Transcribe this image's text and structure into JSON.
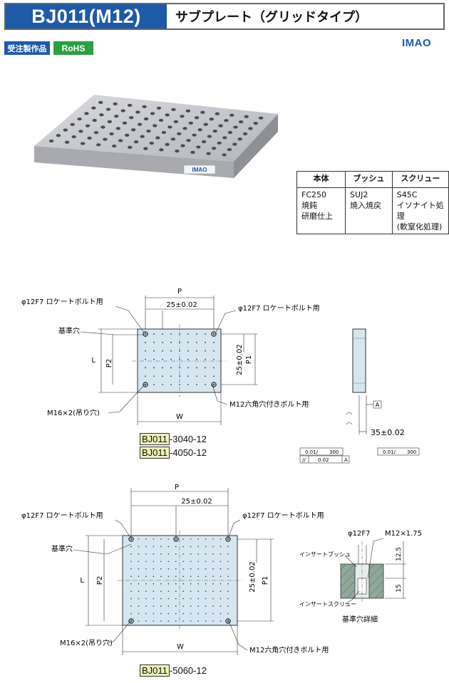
{
  "header": {
    "model": "BJ011(M12)",
    "title": "サブプレート（グリッドタイプ）"
  },
  "badges": {
    "order": "受注製作品",
    "rohs": "RoHS"
  },
  "brand": "IMAO",
  "photo": {
    "plate_label": "IMAO"
  },
  "materials": {
    "headers": [
      "本体",
      "ブッシュ",
      "スクリュー"
    ],
    "cells": [
      "FC250\n焼鈍\n研磨仕上",
      "SUJ2\n焼入焼戻",
      "S45C\nイソナイト処理\n(軟窒化処理)"
    ]
  },
  "drawing1": {
    "P": "P",
    "pitch": "25±0.02",
    "loc_left": "φ12F7 ロケートボルト用",
    "loc_right": "φ12F7 ロケートボルト用",
    "ref": "基準穴",
    "L": "L",
    "P2": "P2",
    "pitch_v": "25±0.02",
    "P1": "P1",
    "m16": "M16×2(吊り穴)",
    "m12": "M12六角穴付きボルト用",
    "W": "W"
  },
  "side": {
    "datum": "A",
    "thick": "35±0.02",
    "tol1a": "0.01/",
    "tol1b": "300",
    "tol2a": "0.01/",
    "tol2b": "300",
    "tol3a": "//",
    "tol3b": "0.02",
    "tol3c": "A"
  },
  "partnos": [
    {
      "prefix": "BJ011",
      "suffix": "-3040-12"
    },
    {
      "prefix": "BJ011",
      "suffix": "-4050-12"
    },
    {
      "prefix": "BJ011",
      "suffix": "-5060-12"
    }
  ],
  "drawing2": {
    "P": "P",
    "pitch": "25±0.02",
    "loc_left": "φ12F7 ロケートボルト用",
    "loc_right": "φ12F7 ロケートボルト用",
    "ref": "基準穴",
    "L": "L",
    "P2": "P2",
    "pitch_v": "25±0.02",
    "P1": "P1",
    "m16": "M16×2(吊り穴)",
    "m12": "M12六角穴付きボルト用",
    "W": "W"
  },
  "detail": {
    "phi": "φ12F7",
    "thread": "M12×1.75",
    "bush": "インサートブッシュ",
    "screw": "インサートスクリュー",
    "d1": "12.5",
    "d2": "15",
    "caption": "基準穴詳細"
  }
}
